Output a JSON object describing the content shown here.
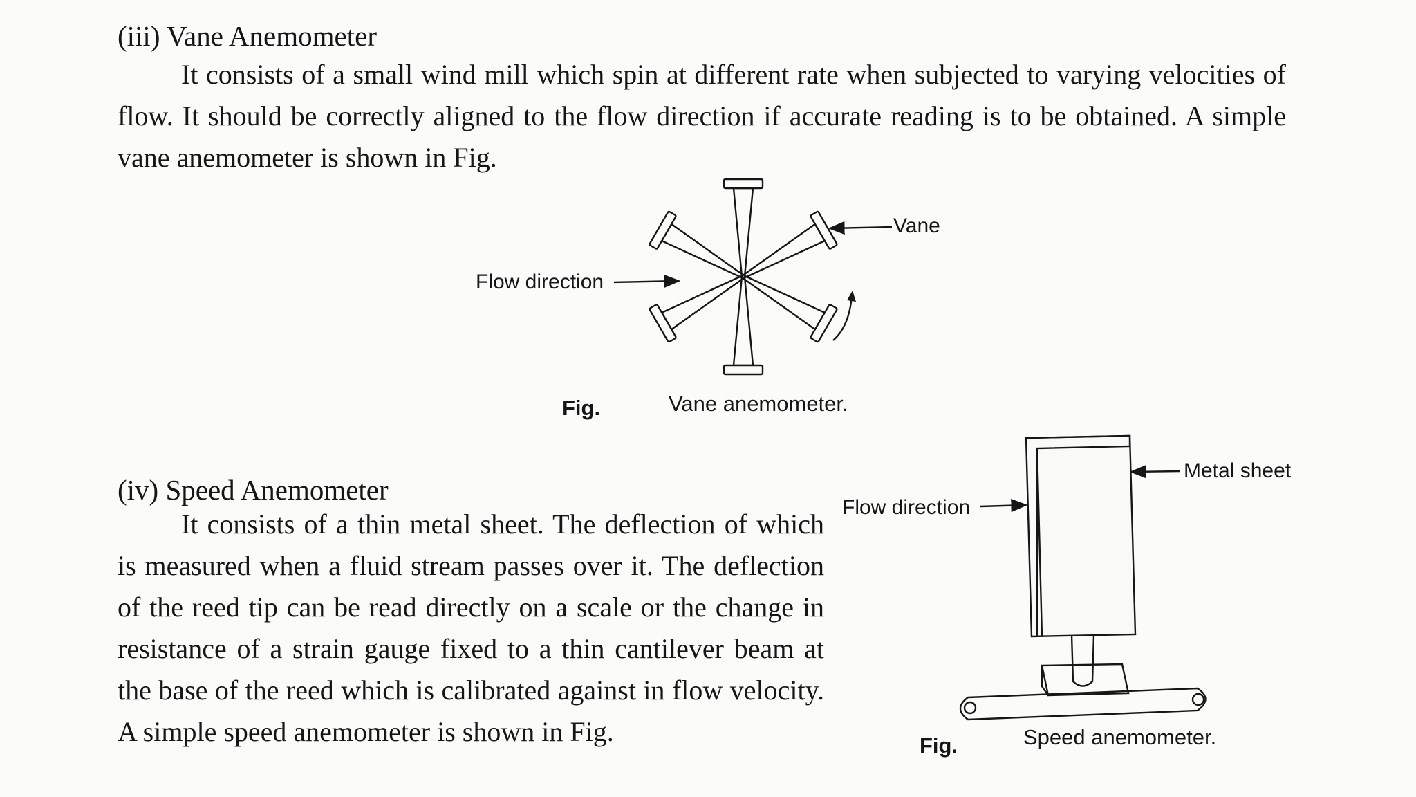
{
  "section_iii": {
    "heading": "(iii) Vane Anemometer",
    "paragraph": "It consists of a small wind mill which spin at different rate when subjected to varying velocities of flow. It should be correctly aligned to the flow direction if accurate reading is to be obtained. A simple vane anemometer is shown in Fig."
  },
  "figure_vane": {
    "label_vane": "Vane",
    "label_flow": "Flow direction",
    "caption_prefix": "Fig.",
    "caption_text": "Vane anemometer."
  },
  "section_iv": {
    "heading": "(iv) Speed Anemometer",
    "paragraph": "It consists of a thin metal sheet. The deflection of which is measured when a fluid stream passes over it. The deflection of the reed tip can be read directly on a scale or the change in resistance of a strain gauge fixed to a thin cantilever beam at the base of the reed which is calibrated against in flow velocity. A simple speed anemometer is shown in Fig."
  },
  "figure_speed": {
    "label_flow": "Flow direction",
    "label_sheet": "Metal sheet",
    "caption_prefix": "Fig.",
    "caption_text": "Speed anemometer."
  }
}
